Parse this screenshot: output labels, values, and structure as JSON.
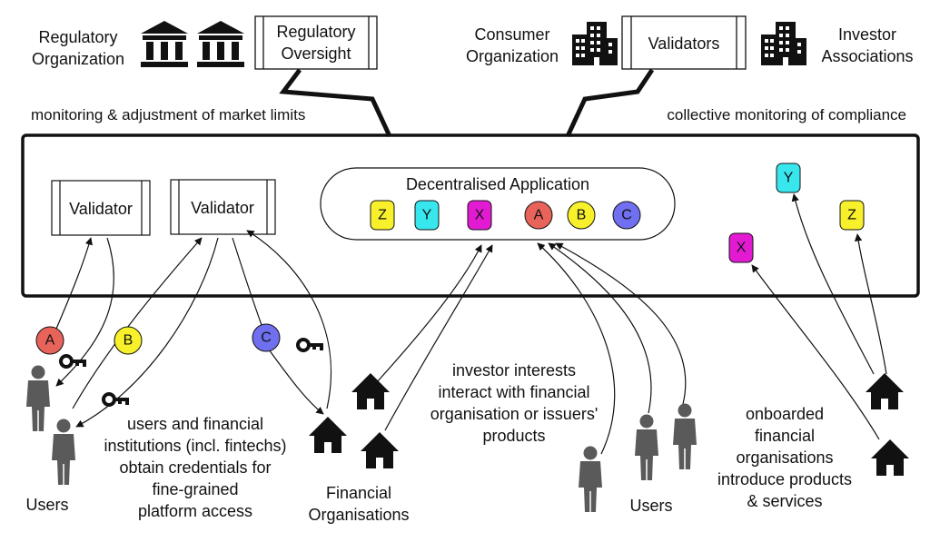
{
  "colors": {
    "A": "#e8635a",
    "B": "#f7f02a",
    "C": "#6f6ff0",
    "X": "#e21bd3",
    "Y": "#38e6ee",
    "Z": "#f7f02a",
    "person": "#5a5a5a",
    "ink": "#111111"
  },
  "top": {
    "regulatory_org": [
      "Regulatory",
      "Organization"
    ],
    "regulatory_oversight": [
      "Regulatory",
      "Oversight"
    ],
    "consumer_org": [
      "Consumer",
      "Organization"
    ],
    "validators": "Validators",
    "investor_assoc": [
      "Investor",
      "Associations"
    ],
    "left_caption": "monitoring & adjustment of market limits",
    "right_caption": "collective monitoring of compliance"
  },
  "platform": {
    "validator_1": "Validator",
    "validator_2": "Validator",
    "dapp_title": "Decentralised Application",
    "dapp_tokens": [
      "Z",
      "Y",
      "X",
      "A",
      "B",
      "C"
    ],
    "free_tokens": [
      "Y",
      "Z",
      "X"
    ]
  },
  "bottom": {
    "cred_tokens": [
      "A",
      "B",
      "C"
    ],
    "users_left": "Users",
    "users_right": "Users",
    "credentials_text": [
      "users and financial",
      "institutions (incl. fintechs)",
      "obtain credentials for",
      "fine-grained",
      "platform access"
    ],
    "fin_orgs": [
      "Financial",
      "Organisations"
    ],
    "investor_text": [
      "investor interests",
      "interact with financial",
      "organisation or issuers'",
      "products"
    ],
    "onboard_text": [
      "onboarded",
      "financial",
      "organisations",
      "introduce products",
      "& services"
    ]
  },
  "icons": {
    "bank": "bank-icon",
    "building": "building-icon",
    "house": "house-icon",
    "person": "person-icon",
    "key": "key-icon"
  }
}
